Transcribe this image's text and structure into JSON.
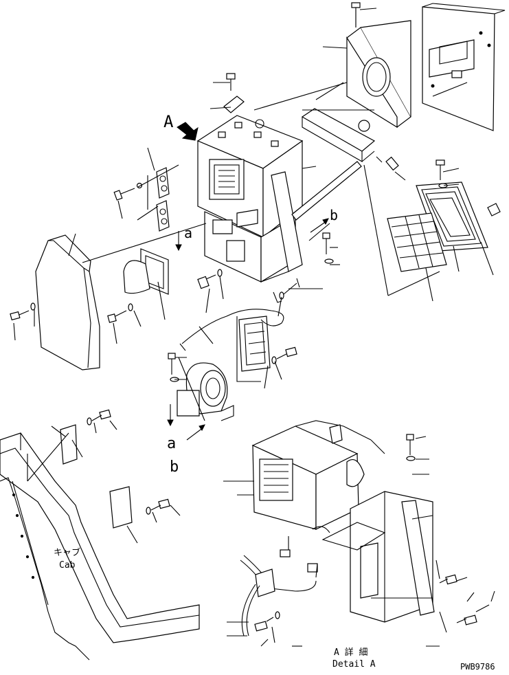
{
  "view_label_a": "A",
  "arrow_label_a_top": "a",
  "arrow_label_b_top": "b",
  "arrow_label_a_bottom": "a",
  "arrow_label_b_bottom": "b",
  "cab_label_jp": "キャブ",
  "cab_label_en": "Cab",
  "detail_label_jp": "A 詳 細",
  "detail_label_en": "Detail A",
  "drawing_number": "PWB9786",
  "line_color": "#000000",
  "background_color": "#ffffff"
}
